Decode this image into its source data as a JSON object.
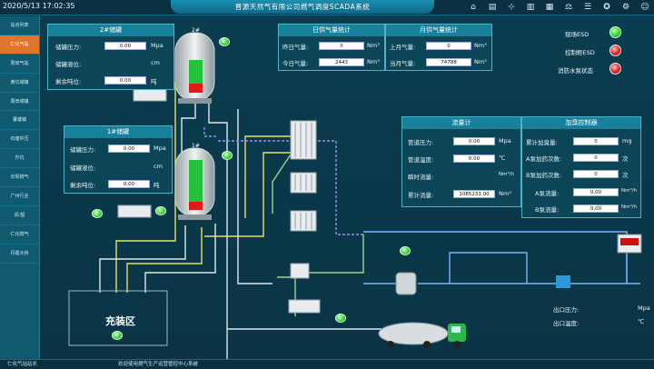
{
  "header": {
    "datetime": "2020/5/13 17:02:35",
    "title": "晋源天然气有限公司燃气调度SCADA系统",
    "icons": [
      "home-icon",
      "chart-icon",
      "network-icon",
      "building-icon",
      "bar-chart-icon",
      "scale-icon",
      "list-icon",
      "star-icon",
      "settings-icon",
      "user-icon"
    ]
  },
  "sidebar": {
    "items": [
      {
        "label": "站点列表"
      },
      {
        "label": "仁化气站"
      },
      {
        "label": "周田气站"
      },
      {
        "label": "黄坑城镇"
      },
      {
        "label": "周田城镇"
      },
      {
        "label": "董塘镇"
      },
      {
        "label": "石塘中压"
      },
      {
        "label": "升坑"
      },
      {
        "label": "长坝燃气"
      },
      {
        "label": "广州行业"
      },
      {
        "label": "闻 韶"
      },
      {
        "label": "仁化燃气"
      },
      {
        "label": "丹霞大桥"
      }
    ]
  },
  "storage2": {
    "title": "2#储罐",
    "pressure_label": "储罐压力:",
    "pressure_value": "0.00",
    "pressure_unit": "Mpa",
    "level_label": "储罐液位:",
    "level_unit": "cm",
    "remain_label": "剩余吨位:",
    "remain_value": "0.00",
    "remain_unit": "吨"
  },
  "storage1": {
    "title": "1#储罐",
    "pressure_label": "储罐压力:",
    "pressure_value": "0.00",
    "pressure_unit": "Mpa",
    "level_label": "储罐液位:",
    "level_unit": "cm",
    "remain_label": "剩余吨位:",
    "remain_value": "0.00",
    "remain_unit": "吨"
  },
  "daily": {
    "title": "日供气量统计",
    "yesterday_label": "昨日气量:",
    "yesterday_value": "0",
    "today_label": "今日气量:",
    "today_value": "2443",
    "unit": "Nm³"
  },
  "monthly": {
    "title": "月供气量统计",
    "last_label": "上月气量:",
    "last_value": "0",
    "current_label": "当月气量:",
    "current_value": "74788",
    "unit": "Nm³"
  },
  "flow": {
    "title": "流量计",
    "pressure_label": "管道压力:",
    "pressure_value": "0.00",
    "pressure_unit": "Mpa",
    "temp_label": "管道温度:",
    "temp_value": "0.00",
    "temp_unit": "℃",
    "instant_label": "瞬时流量:",
    "instant_unit": "Nm³/h",
    "total_label": "累计流量:",
    "total_value": "1085233.00",
    "total_unit": "Nm³"
  },
  "odor": {
    "title": "加臭控制器",
    "acc_label": "累计加臭量:",
    "acc_value": "0",
    "acc_unit": "mg",
    "pumpa_label": "A泵加药次数:",
    "pumpa_value": "0",
    "pumpa_unit": "次",
    "pumpb_label": "B泵加药次数:",
    "pumpb_value": "0",
    "pumpb_unit": "次",
    "aflow_label": "A泵流量:",
    "aflow_value": "0.00",
    "aflow_unit": "Nm³/h",
    "bflow_label": "B泵流量:",
    "bflow_value": "0.00",
    "bflow_unit": "Nm³/h"
  },
  "esd": {
    "site_label": "现场ESD",
    "control_label": "控制柜ESD",
    "fire_label": "消防水泵状态"
  },
  "tanks": {
    "tank2_label": "2#",
    "tank1_label": "1#",
    "tank2_level_pct": 60,
    "tank1_level_pct": 75
  },
  "filling": {
    "label": "充装区"
  },
  "outlet": {
    "pressure_label": "出口压力:",
    "pressure_unit": "Mpa",
    "temp_label": "出口温度:",
    "temp_unit": "℃"
  },
  "footer": {
    "station": "仁化气站站长",
    "welcome": "欢迎使用燃气生产运营管控中心系统"
  },
  "colors": {
    "bg": "#0b3a4c",
    "panel_head": "#17809a",
    "active_nav": "#e0742a",
    "led_green": "#2fd32f",
    "led_red": "#e42222"
  }
}
